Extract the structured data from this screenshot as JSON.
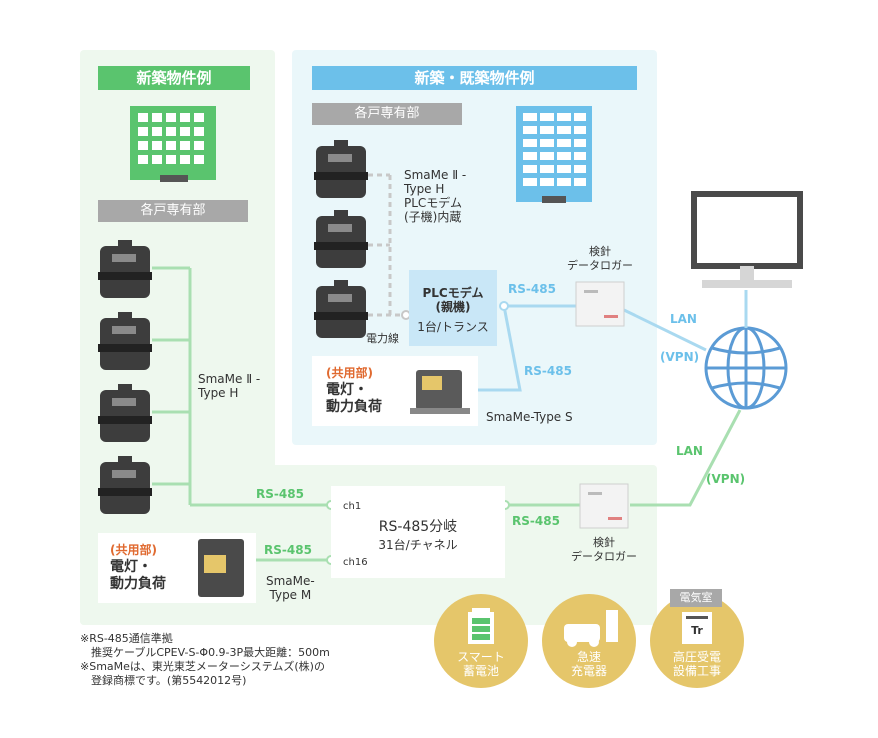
{
  "sections": {
    "new_build": {
      "title": "新築物件例",
      "tag": "各戸専有部",
      "meter_label": "SmaMe Ⅱ -\nType H"
    },
    "existing": {
      "title": "新築・既築物件例",
      "tag": "各戸専有部",
      "meter_label": "SmaMe Ⅱ -\nType H\nPLCモデム\n(子機)内蔵"
    }
  },
  "plc": {
    "title": "PLCモデム\n(親機)",
    "sub": "1台/トランス",
    "power_line": "電力線"
  },
  "loggers": {
    "top": {
      "label": "検針\nデータロガー"
    },
    "bottom": {
      "label": "検針\nデータロガー"
    }
  },
  "common_top": {
    "tag": "(共用部)",
    "title": "電灯・\n動力負荷",
    "device": "SmaMe-Type S"
  },
  "common_bottom": {
    "tag": "(共用部)",
    "title": "電灯・\n動力負荷",
    "device": "SmaMe-\nType M"
  },
  "splitter": {
    "title": "RS-485分岐",
    "sub": "31台/チャネル",
    "ch1": "ch1",
    "ch16": "ch16"
  },
  "links": {
    "rs485_a": "RS-485",
    "rs485_b": "RS-485",
    "rs485_c": "RS-485",
    "rs485_d": "RS-485",
    "rs485_e": "RS-485",
    "lan_top": "LAN",
    "vpn_top": "(VPN)",
    "lan_bottom": "LAN",
    "vpn_bottom": "(VPN)"
  },
  "services": [
    {
      "label": "スマート\n蓄電池"
    },
    {
      "label": "急速\n充電器"
    },
    {
      "label": "高圧受電\n設備工事",
      "tag": "電気室",
      "icon_text": "Tr"
    }
  ],
  "notes": [
    "※RS-485通信準拠",
    "　推奨ケーブルCPEV-S-Φ0.9-3P最大距離：500m",
    "※SmaMeは、東光東芝メーターシステムズ(株)の",
    "　登録商標です。(第5542012号)"
  ],
  "colors": {
    "green": "#5ac46e",
    "blue": "#6cc0ea",
    "gold": "#e5c66a",
    "gray": "#a8a8a8",
    "meter": "#3d3d3d"
  }
}
